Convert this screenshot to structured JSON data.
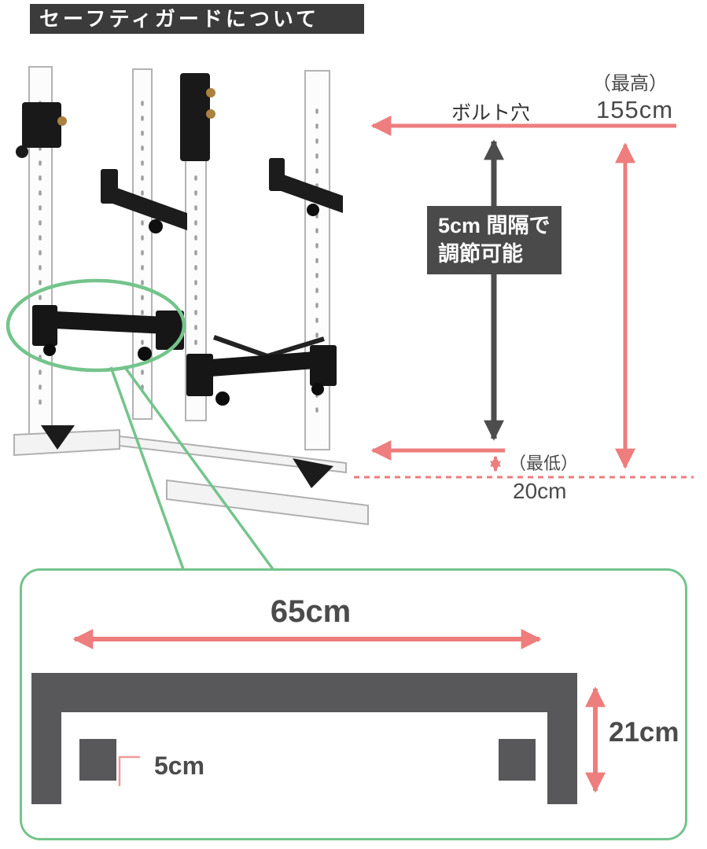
{
  "header": {
    "title": "セーフティガードについて"
  },
  "rack_annotations": {
    "bolt_hole_label": "ボルト穴",
    "max_prefix": "（最高）",
    "max_value": "155cm",
    "adjust_note_line1": "5cm 間隔で",
    "adjust_note_line2": "調節可能",
    "min_prefix": "（最低）",
    "min_value": "20cm"
  },
  "detail_diagram": {
    "width_value": "65cm",
    "height_value": "21cm",
    "gap_value": "5cm"
  },
  "colors": {
    "header_bg": "#3b3b3b",
    "accent_pink": "#ee7d7d",
    "accent_dark": "#4d4d4d",
    "accent_green": "#74c48c",
    "bar_gray": "#58585a",
    "note_bg": "#4a4a4a"
  },
  "icons": {
    "highlight": "highlight-ellipse",
    "illustration": "power-rack-photo"
  }
}
